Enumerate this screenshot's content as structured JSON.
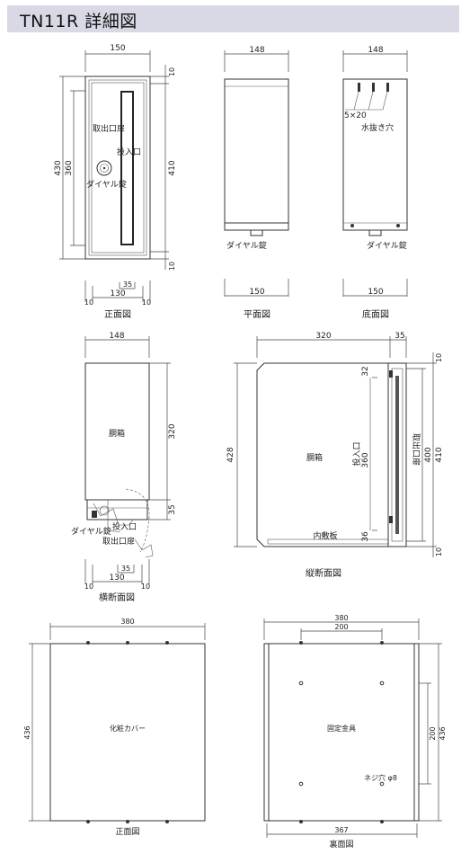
{
  "header": {
    "title": "TN11R 詳細図"
  },
  "front_view": {
    "caption": "正面図",
    "dims": {
      "width": "150",
      "height_outer": "430",
      "height_inner": "360",
      "height_body": "410",
      "top": "10",
      "bottom": "10",
      "bottom_width": "130",
      "left_margin": "10",
      "right_margin": "10",
      "slot_width": "35"
    },
    "labels": {
      "door": "取出口扉",
      "slot": "投入口",
      "lock": "ダイヤル錠"
    }
  },
  "top_view": {
    "caption": "平面図",
    "dims": {
      "width_top": "148",
      "width_bottom": "150"
    },
    "labels": {
      "lock": "ダイヤル錠"
    }
  },
  "bottom_view": {
    "caption": "底面図",
    "dims": {
      "width_top": "148",
      "width_bottom": "150"
    },
    "labels": {
      "holes": "5×20",
      "drain": "水抜き穴",
      "lock": "ダイヤル錠"
    }
  },
  "cross_section": {
    "caption": "横断面図",
    "dims": {
      "width": "148",
      "height": "320",
      "lower": "35",
      "bottom_width": "130",
      "left_margin": "10",
      "right_margin": "10",
      "slot_width": "35"
    },
    "labels": {
      "body": "胴箱",
      "lock": "ダイヤル錠",
      "slot": "投入口",
      "door": "取出口扉"
    }
  },
  "vertical_section": {
    "caption": "縦断面図",
    "dims": {
      "depth": "320",
      "door_depth": "35",
      "height": "428",
      "top_gap": "32",
      "slot_height": "360",
      "bottom_gap": "36",
      "door_height": "400",
      "body_height": "410",
      "top": "10",
      "bottom": "10"
    },
    "labels": {
      "body": "胴箱",
      "slot": "投入口",
      "door": "取出口扉",
      "plate": "内敷板"
    }
  },
  "cover_front": {
    "caption": "正面図",
    "dims": {
      "width": "380",
      "height": "436"
    },
    "labels": {
      "cover": "化粧カバー"
    }
  },
  "cover_back": {
    "caption": "裏面図",
    "dims": {
      "width": "380",
      "hole_pitch": "200",
      "height": "436",
      "v_pitch": "200",
      "inner_width": "367"
    },
    "labels": {
      "bracket": "固定金具",
      "screw": "ネジ穴 φ8"
    }
  }
}
